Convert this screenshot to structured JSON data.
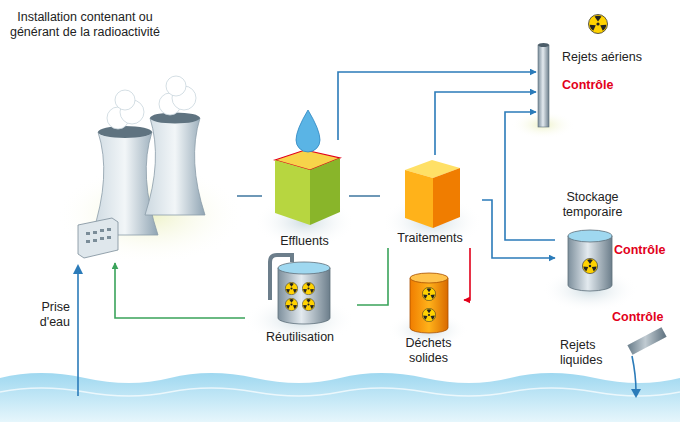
{
  "diagram": {
    "nodes": [
      {
        "text": [
          "Installation contenant ou générant de la radioactivité"
        ]
      },
      {
        "text": [
          "Rejets aériens"
        ]
      },
      {
        "text": [
          "Effluents"
        ]
      },
      {
        "text": [
          "Traitements"
        ]
      },
      {
        "text": [
          "Stockage temporaire"
        ]
      },
      {
        "text": [
          "Réutilisation"
        ]
      },
      {
        "text": [
          "Déchets solides"
        ]
      },
      {
        "text": [
          "Rejets liquides"
        ]
      }
    ],
    "edges": [
      {
        "from": 0,
        "to": 2,
        "arrow": "none"
      },
      {
        "from": 2,
        "to": 3,
        "arrow": "none"
      },
      {
        "from": 2,
        "to": 1,
        "arrow": "to"
      },
      {
        "from": 3,
        "to": 1,
        "arrow": "to"
      },
      {
        "from": 4,
        "to": 1,
        "arrow": "to"
      },
      {
        "from": 3,
        "to": 4,
        "arrow": "to"
      },
      {
        "from": 3,
        "to": 6,
        "arrow": "to"
      },
      {
        "from": 3,
        "to": 5,
        "arrow": "none"
      },
      {
        "from": 5,
        "to": 0,
        "arrow": "to"
      }
    ],
    "labels": [
      "Contrôle",
      "Contrôle",
      "Contrôle",
      "Prise d'eau"
    ]
  }
}
